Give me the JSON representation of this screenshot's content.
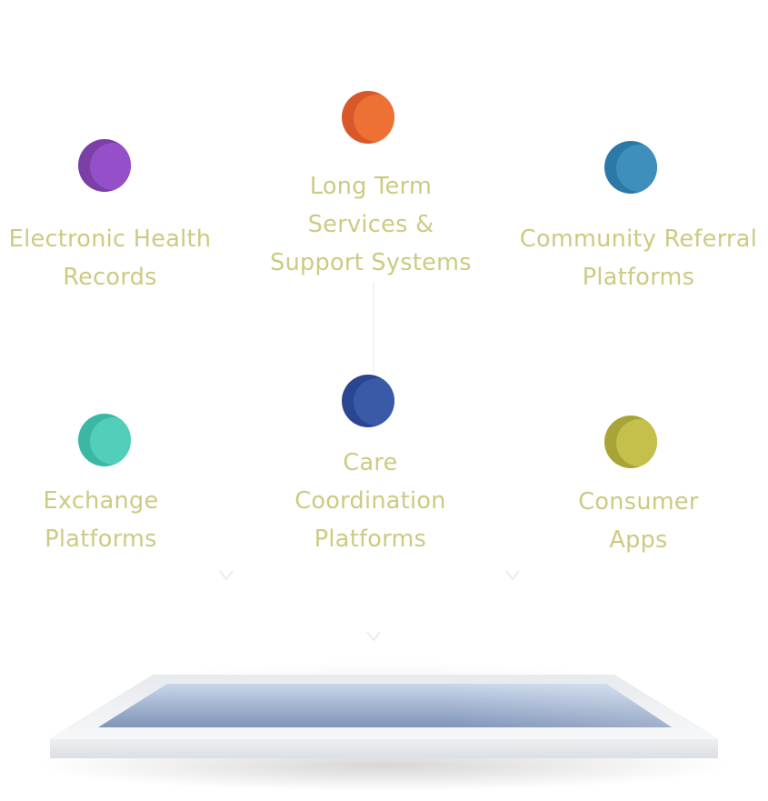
{
  "nodes": [
    {
      "id": "ehr",
      "line1": "Electronic Health",
      "line2": "Records",
      "color": "#7b3fa8",
      "highlight": "#9550c9"
    },
    {
      "id": "ltss",
      "line1": "Long Term",
      "line2": "Services &",
      "line3": "Support Systems",
      "color": "#d9582a",
      "highlight": "#ef7035"
    },
    {
      "id": "crp",
      "line1": "Community Referral",
      "line2": "Platforms",
      "color": "#2b79a6",
      "highlight": "#3f8fbd"
    },
    {
      "id": "exchange",
      "line1": "Exchange",
      "line2": "Platforms",
      "color": "#3bb8a5",
      "highlight": "#52cfbb"
    },
    {
      "id": "care",
      "line1": "Care",
      "line2": "Coordination",
      "line3": "Platforms",
      "color": "#2a4690",
      "highlight": "#3a5aa8"
    },
    {
      "id": "consumer",
      "line1": "Consumer",
      "line2": "Apps",
      "color": "#a8a437",
      "highlight": "#c5c04c"
    }
  ],
  "colors": {
    "label": "#cdca82",
    "tablet_screen_top": "#c5d3ea",
    "tablet_screen_bottom": "#7f94b8",
    "tablet_frame": "#eef0f2"
  }
}
